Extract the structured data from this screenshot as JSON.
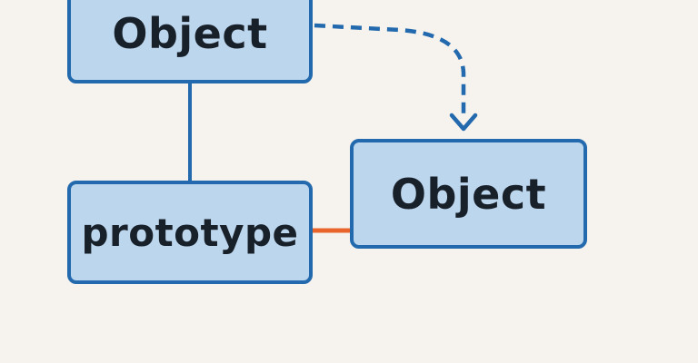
{
  "nodes": {
    "top": {
      "label": "Object"
    },
    "proto": {
      "label": "prototype"
    },
    "right": {
      "label": "Object"
    }
  },
  "colors": {
    "background": "#f6f3ee",
    "node_fill": "#bcd6ee",
    "node_border": "#2369ad",
    "text": "#18202a",
    "orange_arrow": "#e8642a",
    "blue_line": "#2369ad"
  },
  "edges": [
    {
      "from": "top",
      "to": "proto",
      "style": "solid",
      "arrow": false
    },
    {
      "from": "top",
      "to": "right",
      "style": "dashed",
      "arrow": true
    },
    {
      "from": "proto",
      "to": "right",
      "style": "solid",
      "arrow": true
    }
  ]
}
